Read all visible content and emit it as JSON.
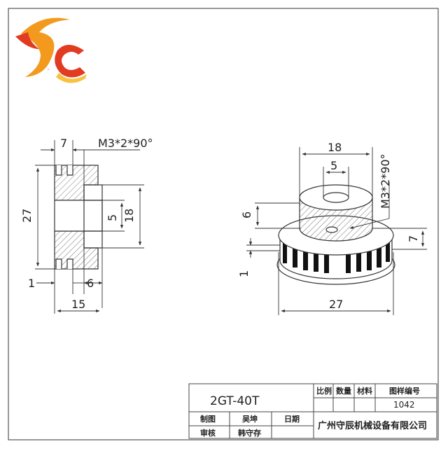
{
  "logo": {
    "text": "SC",
    "colors": {
      "orange": "#f39a1e",
      "red": "#e23b21",
      "gold": "#f7c244"
    }
  },
  "side_view": {
    "dims": {
      "w7": "7",
      "thread": "M3*2*90°",
      "d27": "27",
      "d5": "5",
      "d18": "18",
      "w1": "1",
      "w6": "6",
      "w15": "15"
    }
  },
  "iso_view": {
    "dims": {
      "d18": "18",
      "d5": "5",
      "thread": "M3*2*90°",
      "h6": "6",
      "w7": "7",
      "w1": "1",
      "d27": "27"
    }
  },
  "title_block": {
    "part_name": "2GT-40T",
    "scale_label": "比例",
    "qty_label": "数量",
    "material_label": "材料",
    "drawing_no_label": "图样编号",
    "drawing_no": "1042",
    "drawn_label": "制图",
    "drawn_by": "吴坤",
    "date_label": "日期",
    "checked_label": "审核",
    "checked_by": "韩守存",
    "company": "广州守辰机械设备有限公司"
  },
  "colors": {
    "line": "#333333",
    "hatch": "#666666",
    "frame": "#555555"
  }
}
